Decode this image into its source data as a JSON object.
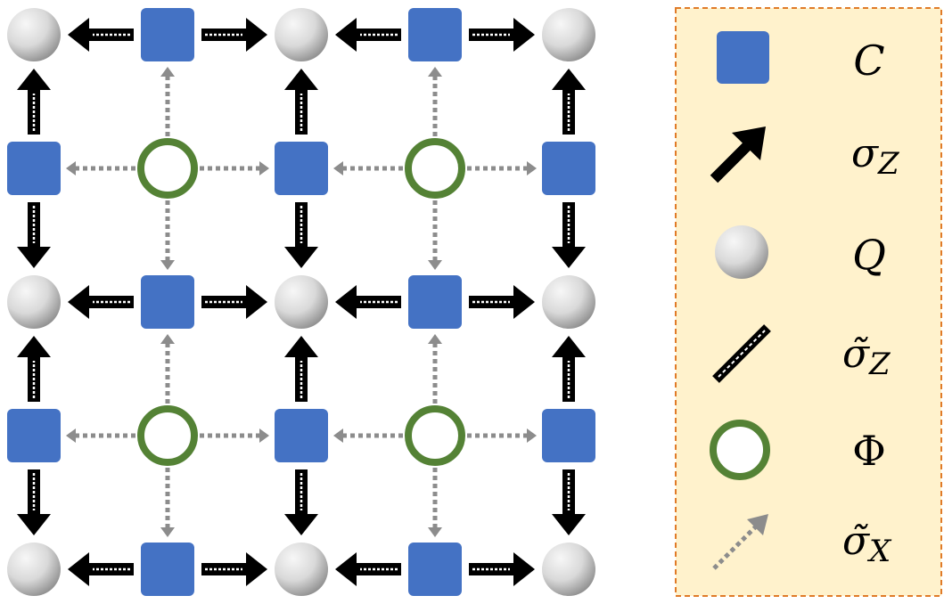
{
  "diagram": {
    "grid_size": 5,
    "colors": {
      "square": "#4472C4",
      "ring": "#548235",
      "sphere_light": "#f2f2f2",
      "sphere_dark": "#9a9a9a",
      "solid_arrow": "#000000",
      "dotted_arrow": "#8c8c8c",
      "legend_bg": "#FFF2CC",
      "legend_border": "#E07B28"
    }
  },
  "legend": {
    "items": [
      {
        "symbol": "blue-square",
        "label": "C"
      },
      {
        "symbol": "solid-arrow",
        "label": "σZ"
      },
      {
        "symbol": "gray-sphere",
        "label": "Q"
      },
      {
        "symbol": "dotted-solid-arrow",
        "label": "σ̃Z"
      },
      {
        "symbol": "green-ring",
        "label": "Φ"
      },
      {
        "symbol": "gray-dotted-arrow",
        "label": "σ̃X"
      }
    ],
    "labels": {
      "c": "C",
      "sigma_z_base": "σ",
      "sigma_z_sub": "Z",
      "q": "Q",
      "sigma_tz_base": "σ̃",
      "sigma_tz_sub": "Z",
      "phi": "Φ",
      "sigma_tx_base": "σ̃",
      "sigma_tx_sub": "X"
    }
  }
}
